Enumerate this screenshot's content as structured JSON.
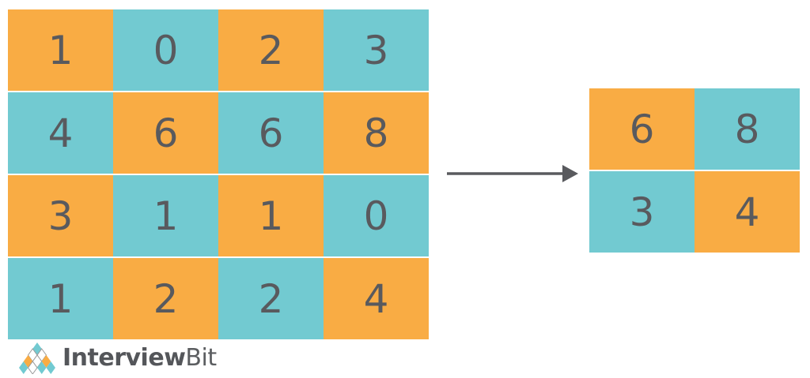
{
  "colors": {
    "orange": "#F9AC44",
    "teal": "#72CAD1",
    "number": "#595A5E",
    "arrow": "#595A5E",
    "brand_primary": "#54565A",
    "brand_secondary": "#5B5D60"
  },
  "input_matrix": {
    "rows": [
      [
        "1",
        "0",
        "2",
        "3"
      ],
      [
        "4",
        "6",
        "6",
        "8"
      ],
      [
        "3",
        "1",
        "1",
        "0"
      ],
      [
        "1",
        "2",
        "2",
        "4"
      ]
    ],
    "first_cell_color": "orange",
    "pattern": "checkerboard"
  },
  "output_matrix": {
    "rows": [
      [
        "6",
        "8"
      ],
      [
        "3",
        "4"
      ]
    ],
    "first_cell_color": "orange",
    "pattern": "checkerboard"
  },
  "arrow": {
    "direction": "right"
  },
  "logo": {
    "brand_primary": "Interview",
    "brand_secondary": "Bit",
    "mark": "diamond-pyramid"
  }
}
